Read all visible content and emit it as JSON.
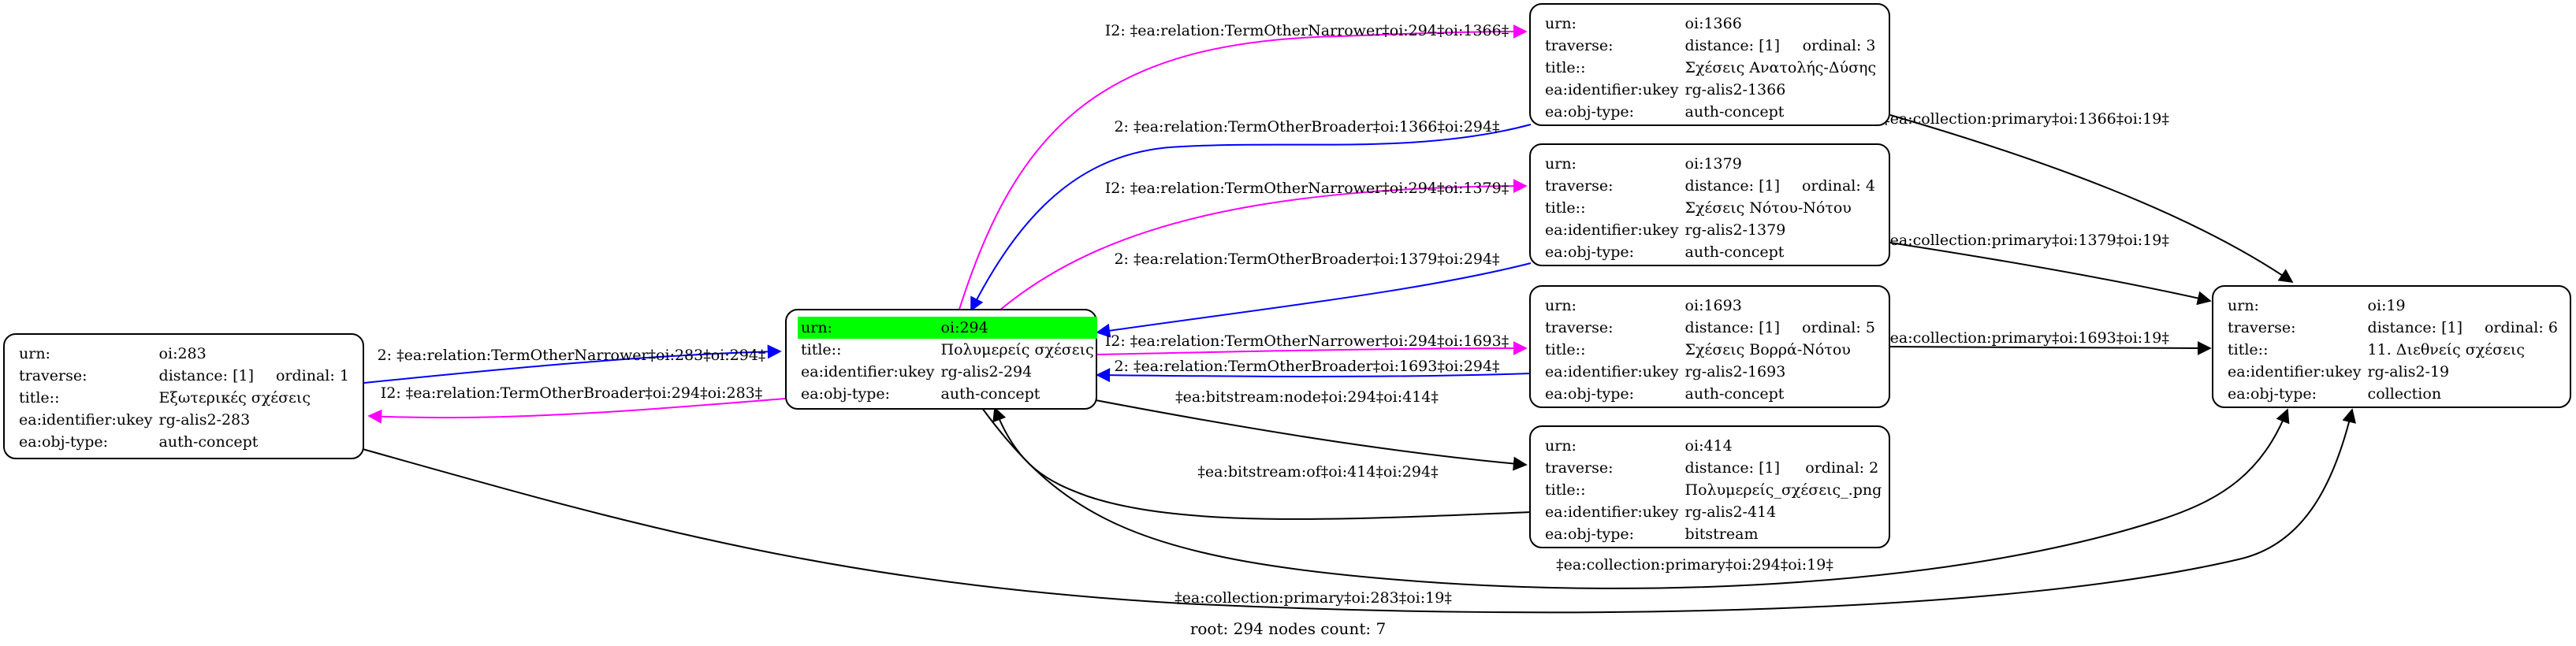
{
  "colors": {
    "narrower": "#ff00ff",
    "broader": "#0000ff",
    "other": "#000000",
    "highlight": "#00ff00"
  },
  "nodes": {
    "oi283": {
      "urn": "oi:283",
      "distance": "distance: [1]",
      "ordinal": "ordinal: 1",
      "title": "Εξωτερικές σχέσεις",
      "ukey": "rg-alis2-283",
      "objtype": "auth-concept"
    },
    "oi294": {
      "urn": "oi:294",
      "title": "Πολυμερείς σχέσεις",
      "ukey": "rg-alis2-294",
      "objtype": "auth-concept"
    },
    "oi1366": {
      "urn": "oi:1366",
      "distance": "distance: [1]",
      "ordinal": "ordinal: 3",
      "title": "Σχέσεις Ανατολής-Δύσης",
      "ukey": "rg-alis2-1366",
      "objtype": "auth-concept"
    },
    "oi1379": {
      "urn": "oi:1379",
      "distance": "distance: [1]",
      "ordinal": "ordinal: 4",
      "title": "Σχέσεις Νότου-Νότου",
      "ukey": "rg-alis2-1379",
      "objtype": "auth-concept"
    },
    "oi1693": {
      "urn": "oi:1693",
      "distance": "distance: [1]",
      "ordinal": "ordinal: 5",
      "title": "Σχέσεις Βορρά-Νότου",
      "ukey": "rg-alis2-1693",
      "objtype": "auth-concept"
    },
    "oi414": {
      "urn": "oi:414",
      "distance": "distance: [1]",
      "ordinal": "ordinal: 2",
      "title": "Πολυμερείς_σχέσεις_.png",
      "ukey": "rg-alis2-414",
      "objtype": "bitstream"
    },
    "oi19": {
      "urn": "oi:19",
      "distance": "distance: [1]",
      "ordinal": "ordinal: 6",
      "title": "11. Διεθνείς σχέσεις",
      "ukey": "rg-alis2-19",
      "objtype": "collection"
    }
  },
  "field_labels": {
    "urn": "urn:",
    "traverse": "traverse:",
    "title": "title::",
    "ukey": "ea:identifier:ukey",
    "objtype": "ea:obj-type:"
  },
  "edges": [
    {
      "id": "e1",
      "kind": "broader",
      "label": "2: ‡ea:relation:TermOtherNarrower‡oi:283‡oi:294‡"
    },
    {
      "id": "e2",
      "kind": "narrower",
      "label": "I2: ‡ea:relation:TermOtherBroader‡oi:294‡oi:283‡"
    },
    {
      "id": "e3",
      "kind": "narrower",
      "label": "I2: ‡ea:relation:TermOtherNarrower‡oi:294‡oi:1366‡"
    },
    {
      "id": "e4",
      "kind": "broader",
      "label": "2: ‡ea:relation:TermOtherBroader‡oi:1366‡oi:294‡"
    },
    {
      "id": "e5",
      "kind": "narrower",
      "label": "I2: ‡ea:relation:TermOtherNarrower‡oi:294‡oi:1379‡"
    },
    {
      "id": "e6",
      "kind": "broader",
      "label": "2: ‡ea:relation:TermOtherBroader‡oi:1379‡oi:294‡"
    },
    {
      "id": "e7",
      "kind": "narrower",
      "label": "I2: ‡ea:relation:TermOtherNarrower‡oi:294‡oi:1693‡"
    },
    {
      "id": "e8",
      "kind": "broader",
      "label": "2: ‡ea:relation:TermOtherBroader‡oi:1693‡oi:294‡"
    },
    {
      "id": "e9",
      "kind": "other",
      "label": "‡ea:bitstream:node‡oi:294‡oi:414‡"
    },
    {
      "id": "e10",
      "kind": "other",
      "label": "‡ea:bitstream:of‡oi:414‡oi:294‡"
    },
    {
      "id": "e11",
      "kind": "other",
      "label": "‡ea:collection:primary‡oi:1366‡oi:19‡"
    },
    {
      "id": "e12",
      "kind": "other",
      "label": "‡ea:collection:primary‡oi:1379‡oi:19‡"
    },
    {
      "id": "e13",
      "kind": "other",
      "label": "‡ea:collection:primary‡oi:1693‡oi:19‡"
    },
    {
      "id": "e14",
      "kind": "other",
      "label": "‡ea:collection:primary‡oi:294‡oi:19‡"
    },
    {
      "id": "e15",
      "kind": "other",
      "label": "‡ea:collection:primary‡oi:283‡oi:19‡"
    }
  ],
  "footer": "root: 294 nodes count: 7"
}
